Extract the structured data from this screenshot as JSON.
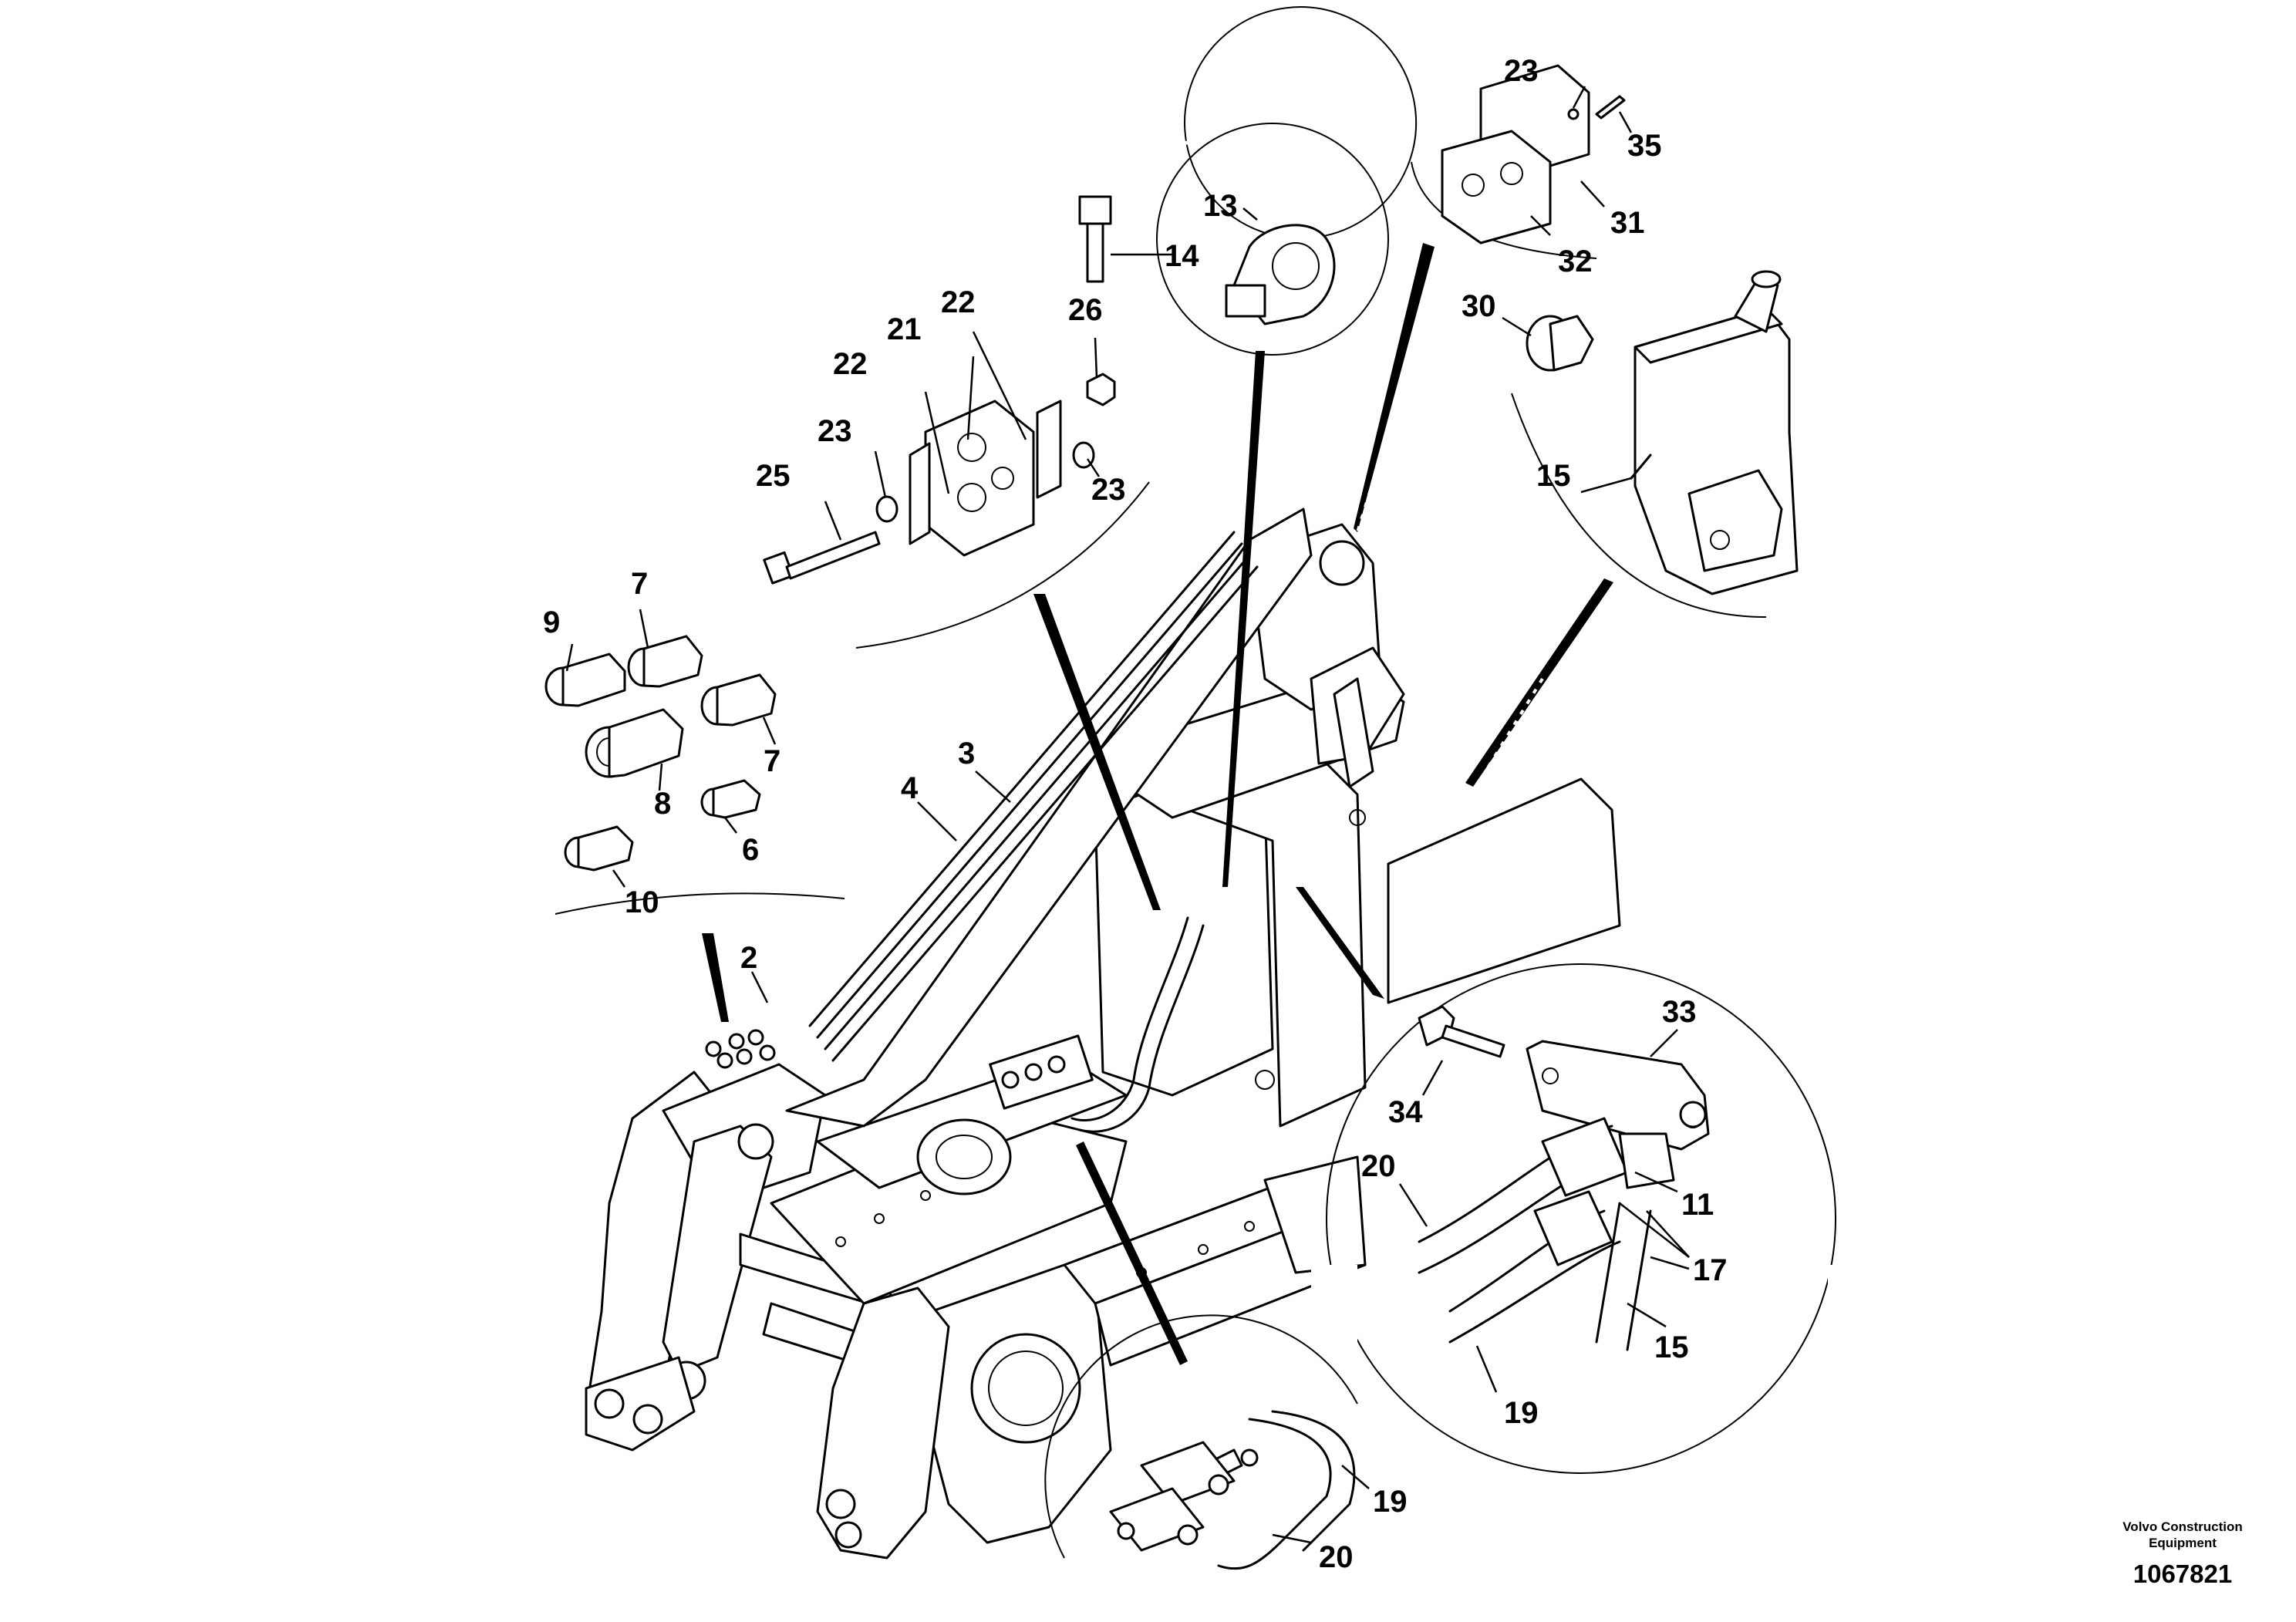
{
  "diagram": {
    "callouts": [
      {
        "id": "c23a",
        "label": "23"
      },
      {
        "id": "c35",
        "label": "35"
      },
      {
        "id": "c31",
        "label": "31"
      },
      {
        "id": "c32",
        "label": "32"
      },
      {
        "id": "c13",
        "label": "13"
      },
      {
        "id": "c14",
        "label": "14"
      },
      {
        "id": "c22a",
        "label": "22"
      },
      {
        "id": "c21",
        "label": "21"
      },
      {
        "id": "c26",
        "label": "26"
      },
      {
        "id": "c22b",
        "label": "22"
      },
      {
        "id": "c23b",
        "label": "23"
      },
      {
        "id": "c23c",
        "label": "23"
      },
      {
        "id": "c25",
        "label": "25"
      },
      {
        "id": "c30",
        "label": "30"
      },
      {
        "id": "c15a",
        "label": "15"
      },
      {
        "id": "c9",
        "label": "9"
      },
      {
        "id": "c7a",
        "label": "7"
      },
      {
        "id": "c7b",
        "label": "7"
      },
      {
        "id": "c8",
        "label": "8"
      },
      {
        "id": "c6",
        "label": "6"
      },
      {
        "id": "c10",
        "label": "10"
      },
      {
        "id": "c4",
        "label": "4"
      },
      {
        "id": "c3",
        "label": "3"
      },
      {
        "id": "c2",
        "label": "2"
      },
      {
        "id": "c33",
        "label": "33"
      },
      {
        "id": "c34",
        "label": "34"
      },
      {
        "id": "c20a",
        "label": "20"
      },
      {
        "id": "c11",
        "label": "11"
      },
      {
        "id": "c17",
        "label": "17"
      },
      {
        "id": "c15b",
        "label": "15"
      },
      {
        "id": "c19a",
        "label": "19"
      },
      {
        "id": "c19b",
        "label": "19"
      },
      {
        "id": "c20b",
        "label": "20"
      }
    ]
  },
  "credit": {
    "line1": "Volvo Construction",
    "line2": "Equipment",
    "number": "1067821"
  }
}
